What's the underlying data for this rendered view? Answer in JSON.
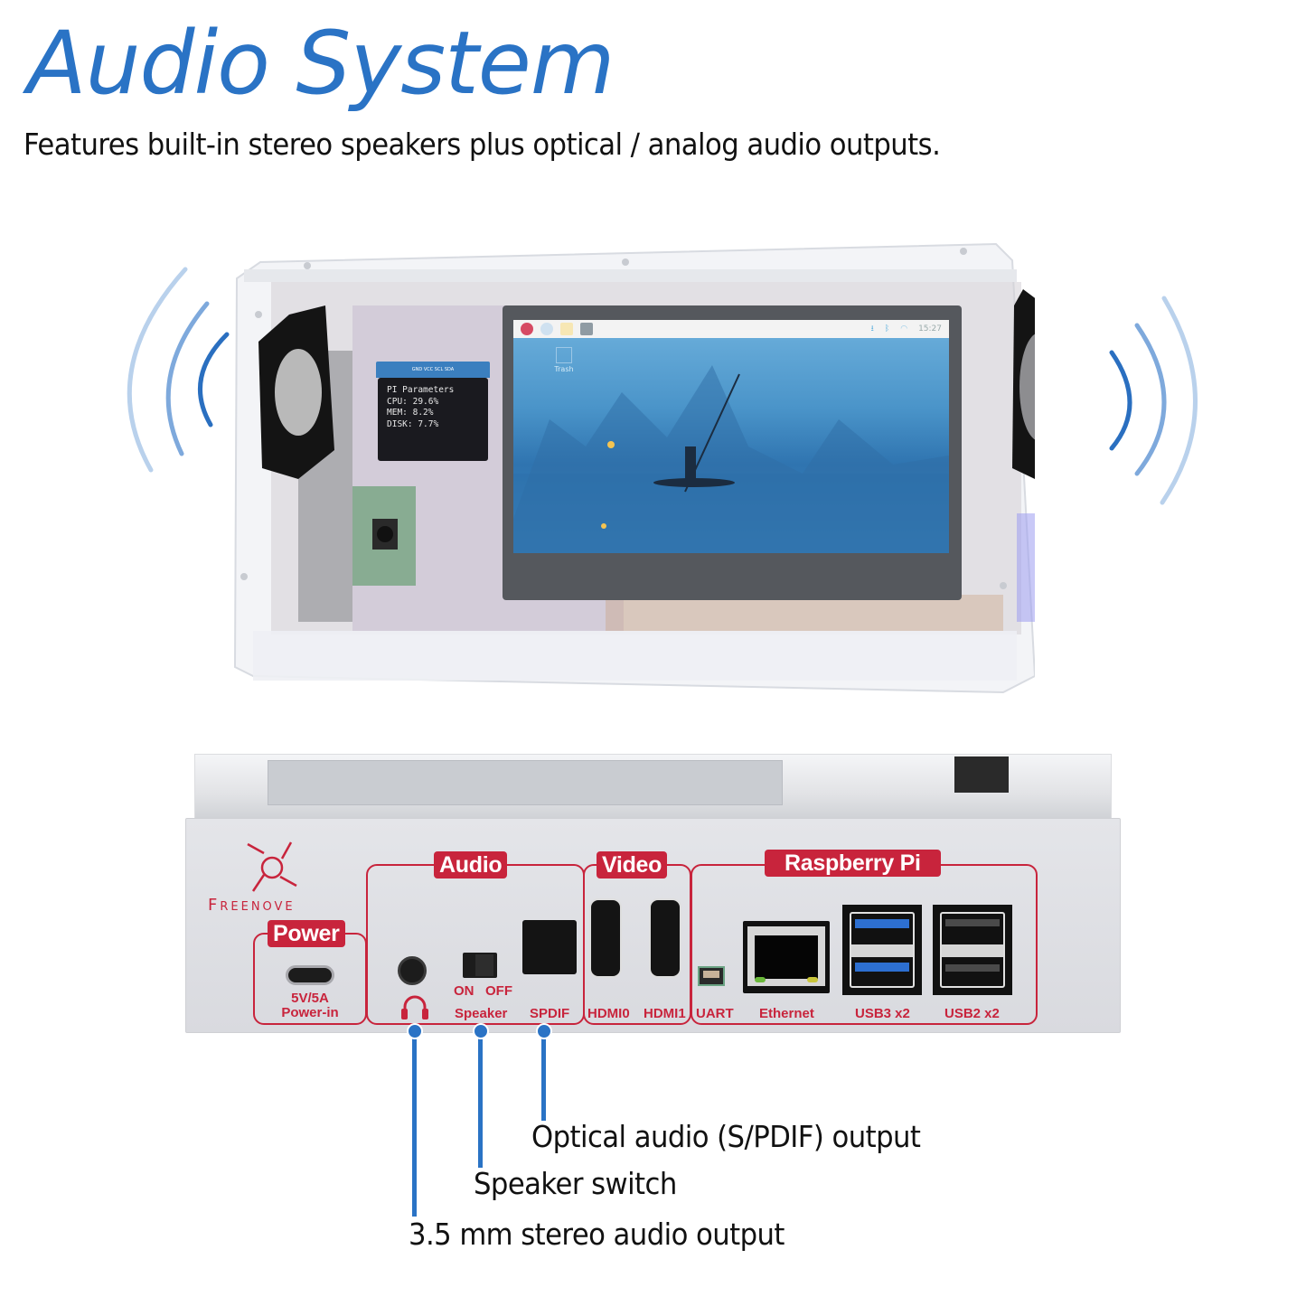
{
  "header": {
    "title": "Audio System",
    "subtitle": "Features built-in stereo speakers plus optical / analog audio outputs."
  },
  "colors": {
    "title_blue": "#2a73c5",
    "panel_red": "#c8243c",
    "panel_silver": "#dcdde1",
    "usb3_blue": "#2d6fd0"
  },
  "front_view": {
    "oled": {
      "header": "GND VCC SCL SDA",
      "lines": [
        "PI Parameters",
        "CPU: 29.6%",
        "MEM: 8.2%",
        "DISK: 7.7%"
      ]
    },
    "screen": {
      "taskbar_icons": [
        "raspberry-menu-icon",
        "browser-icon",
        "folder-icon",
        "terminal-icon"
      ],
      "tray_icons": [
        "download-icon",
        "bluetooth-icon",
        "wifi-icon"
      ],
      "clock": "15:27",
      "desktop_item": "Trash"
    },
    "speakers": [
      "left-speaker",
      "right-speaker"
    ]
  },
  "back_panel": {
    "brand": "Freenove",
    "sections": [
      {
        "label": "Power",
        "ports": [
          {
            "name": "usb-c-port",
            "label_lines": [
              "5V/5A",
              "Power-in"
            ]
          }
        ]
      },
      {
        "label": "Audio",
        "ports": [
          {
            "name": "headphone-jack",
            "label": "headphone-icon"
          },
          {
            "name": "speaker-switch",
            "label": "Speaker",
            "states": [
              "ON",
              "OFF"
            ]
          },
          {
            "name": "spdif-port",
            "label": "SPDIF"
          }
        ]
      },
      {
        "label": "Video",
        "ports": [
          {
            "name": "hdmi0-port",
            "label": "HDMI0"
          },
          {
            "name": "hdmi1-port",
            "label": "HDMI1"
          }
        ]
      },
      {
        "label": "Raspberry Pi",
        "ports": [
          {
            "name": "uart-port",
            "label": "UART"
          },
          {
            "name": "ethernet-port",
            "label": "Ethernet"
          },
          {
            "name": "usb3-ports",
            "label": "USB3 x2"
          },
          {
            "name": "usb2-ports",
            "label": "USB2 x2"
          }
        ]
      }
    ]
  },
  "callouts": [
    {
      "target": "spdif-port",
      "text": "Optical audio (S/PDIF) output"
    },
    {
      "target": "speaker-switch",
      "text": "Speaker switch"
    },
    {
      "target": "headphone-jack",
      "text": "3.5 mm stereo audio output"
    }
  ]
}
